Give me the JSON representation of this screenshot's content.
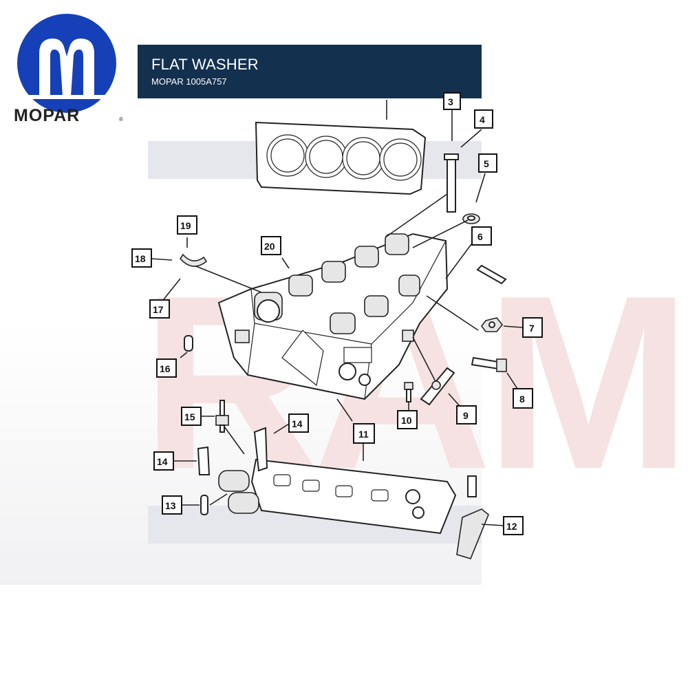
{
  "brand": {
    "logo_text": "MOPAR",
    "colors": {
      "logo_blue": "#1540b8",
      "banner": "#13304f",
      "watermark_red": "#f3d6d6",
      "watermark_gray": "#e6e7ec"
    }
  },
  "banner": {
    "title": "FLAT WASHER",
    "subtitle": "MOPAR 1005A757"
  },
  "watermark": {
    "text": "RAM"
  },
  "callouts": [
    {
      "label": "3"
    },
    {
      "label": "4"
    },
    {
      "label": "5"
    },
    {
      "label": "6"
    },
    {
      "label": "7"
    },
    {
      "label": "8"
    },
    {
      "label": "9"
    },
    {
      "label": "10"
    },
    {
      "label": "11"
    },
    {
      "label": "12"
    },
    {
      "label": "13"
    },
    {
      "label": "14"
    },
    {
      "label": "14"
    },
    {
      "label": "15"
    },
    {
      "label": "16"
    },
    {
      "label": "17"
    },
    {
      "label": "18"
    },
    {
      "label": "19"
    },
    {
      "label": "20"
    }
  ]
}
